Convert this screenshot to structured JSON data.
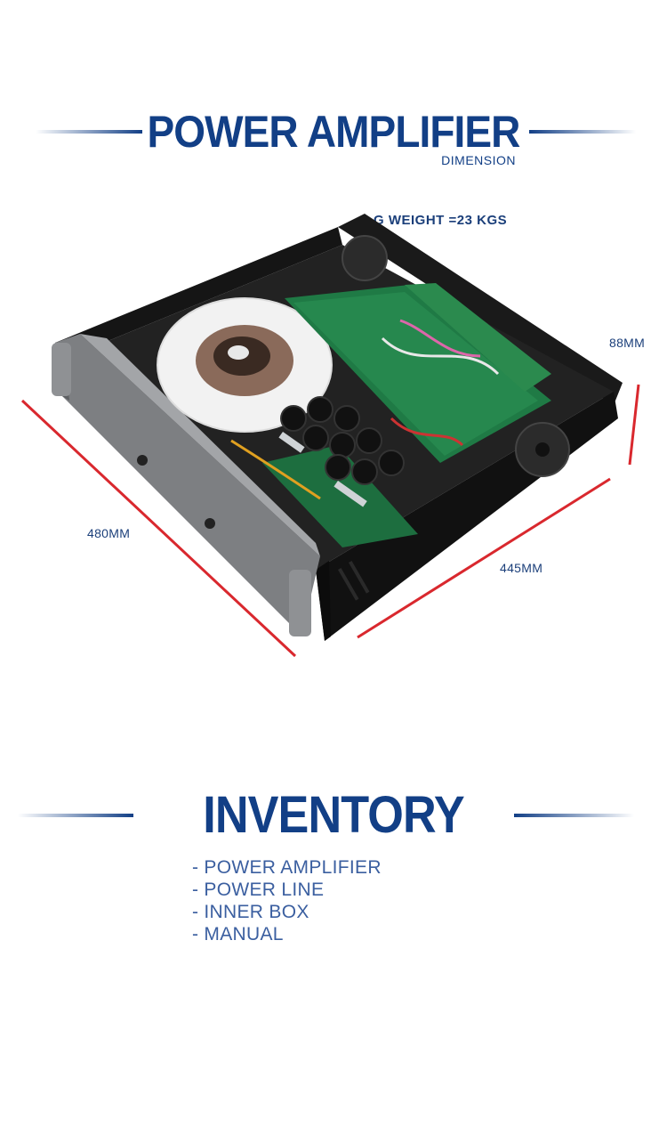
{
  "header": {
    "title": "POWER AMPLIFIER",
    "subtitle": "DIMENSION",
    "accent_color": "#123f86"
  },
  "product": {
    "weight_label": "G WEIGHT =23 KGS",
    "depth_label": "480MM",
    "width_label": "445MM",
    "height_label": "88MM",
    "dimension_line_color": "#d9282e"
  },
  "inventory": {
    "title": "INVENTORY",
    "items": [
      "- POWER AMPLIFIER",
      "- POWER LINE",
      "- INNER BOX",
      "- MANUAL"
    ]
  }
}
